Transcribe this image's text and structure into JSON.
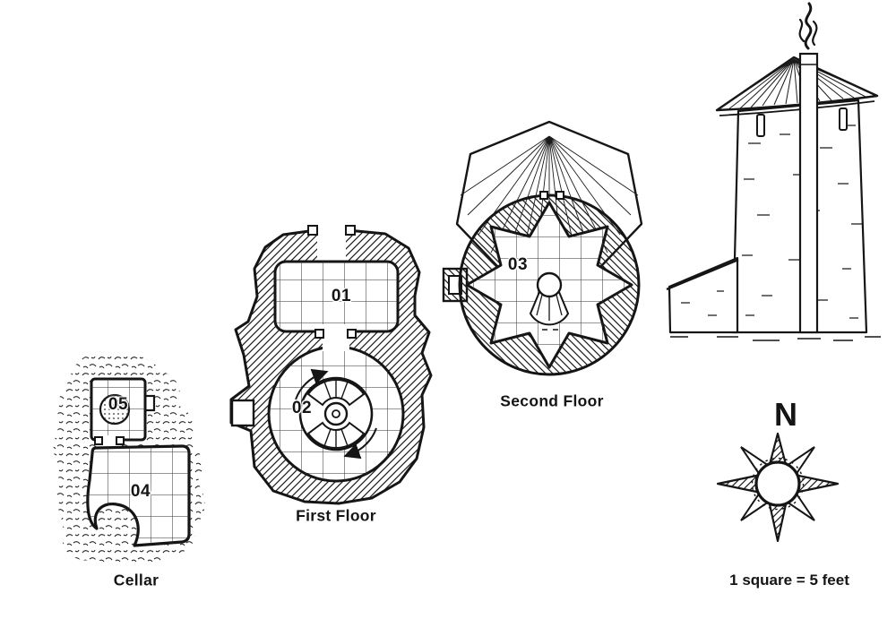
{
  "page": {
    "background": "#ffffff",
    "ink": "#151515"
  },
  "labels": {
    "cellar": "Cellar",
    "first_floor": "First Floor",
    "second_floor": "Second Floor",
    "north": "N",
    "scale": "1 square = 5 feet"
  },
  "rooms": {
    "r01": "01",
    "r02": "02",
    "r03": "03",
    "r04": "04",
    "r05": "05"
  }
}
